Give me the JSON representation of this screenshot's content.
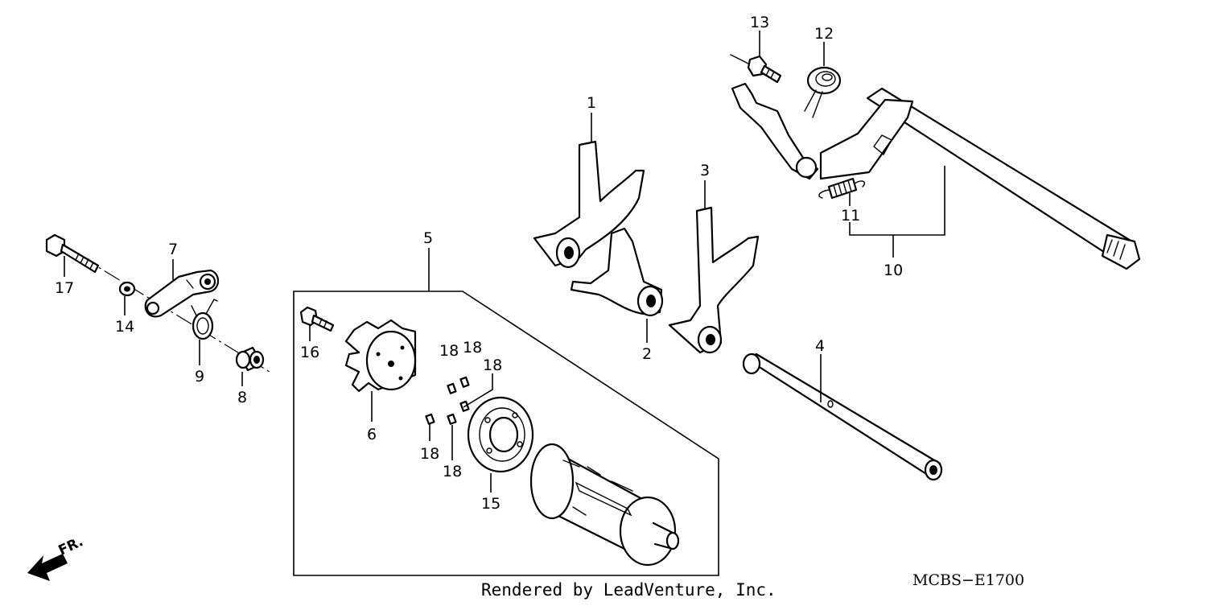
{
  "labels": {
    "p1": "1",
    "p2": "2",
    "p3": "3",
    "p4": "4",
    "p5": "5",
    "p6": "6",
    "p7": "7",
    "p8": "8",
    "p9": "9",
    "p10": "10",
    "p11": "11",
    "p12": "12",
    "p13": "13",
    "p14": "14",
    "p15": "15",
    "p16": "16",
    "p17": "17",
    "p18a": "18",
    "p18b": "18",
    "p18c": "18",
    "p18d": "18",
    "p18e": "18"
  },
  "front_indicator": "FR.",
  "footer": {
    "rendered_by": "Rendered by LeadVenture, Inc.",
    "diagram_code": "MCBS−E1700"
  },
  "colors": {
    "line": "#000000",
    "background": "#ffffff"
  }
}
